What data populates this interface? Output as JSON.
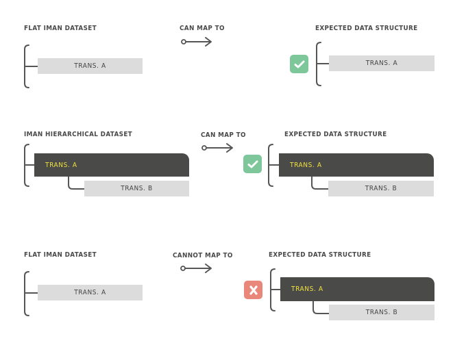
{
  "rows": [
    {
      "source": {
        "title": "FLAT IMAN DATASET",
        "box_a": "TRANS. A"
      },
      "relation": "CAN MAP TO",
      "status": "check-icon",
      "target": {
        "title": "EXPECTED DATA STRUCTURE",
        "box_a": "TRANS. A"
      }
    },
    {
      "source": {
        "title": "IMAN HIERARCHICAL DATASET",
        "box_a": "TRANS. A",
        "box_b": "TRANS. B"
      },
      "relation": "CAN MAP TO",
      "status": "check-icon",
      "target": {
        "title": "EXPECTED DATA STRUCTURE",
        "box_a": "TRANS. A",
        "box_b": "TRANS. B"
      }
    },
    {
      "source": {
        "title": "FLAT IMAN DATASET",
        "box_a": "TRANS. A"
      },
      "relation": "CANNOT MAP TO",
      "status": "x-icon",
      "target": {
        "title": "EXPECTED DATA STRUCTURE",
        "box_a": "TRANS. A",
        "box_b": "TRANS. B"
      }
    }
  ],
  "colors": {
    "dark_box": "#4a4a48",
    "dark_box_text": "#f0e040",
    "light_box": "#dcdcdc",
    "ok_badge": "#7dc79a",
    "fail_badge": "#e9877a",
    "line": "#555555"
  }
}
